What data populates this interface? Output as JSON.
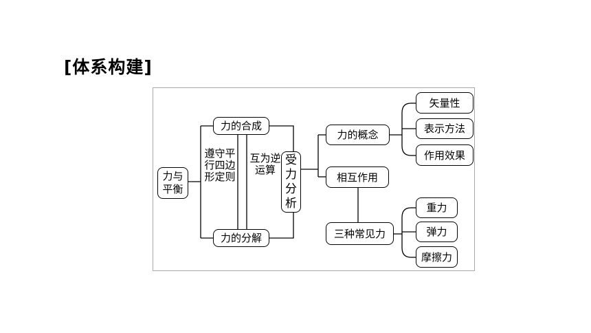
{
  "heading": "[体系构建]",
  "nodes": {
    "root": "力与平衡",
    "synthesis": "力的合成",
    "decomposition": "力的分解",
    "parallelogram_rule": "遵守平行四边形定则",
    "inverse_ops": "互为逆运算",
    "force_analysis": "受力分析",
    "concept": "力的概念",
    "mutual": "相互作用",
    "three_forces": "三种常见力",
    "vector": "矢量性",
    "representation": "表示方法",
    "effect": "作用效果",
    "gravity": "重力",
    "elastic": "弹力",
    "friction": "摩擦力"
  }
}
